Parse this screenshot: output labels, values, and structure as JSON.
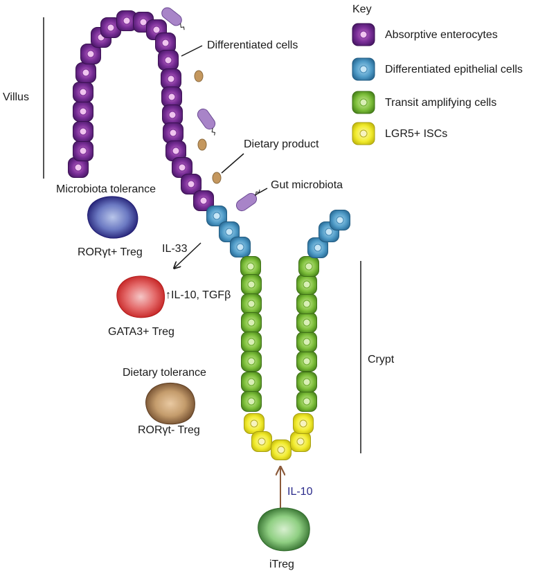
{
  "labels": {
    "villus": "Villus",
    "crypt": "Crypt",
    "differentiated_cells": "Differentiated cells",
    "dietary_product": "Dietary product",
    "gut_microbiota": "Gut microbiota",
    "microbiota_tolerance": "Microbiota tolerance",
    "rorgt_pos_treg": "RORγt+ Treg",
    "il33": "IL-33",
    "il10_tgfb": "↑IL-10, TGFβ",
    "gata3_treg": "GATA3+ Treg",
    "dietary_tolerance": "Dietary tolerance",
    "rorgt_neg_treg": "RORγt- Treg",
    "il10": "IL-10",
    "itreg": "iTreg"
  },
  "key": {
    "title": "Key",
    "items": [
      {
        "label": "Absorptive enterocytes",
        "color": "#6b2a8c"
      },
      {
        "label": "Differentiated epithelial cells",
        "color": "#4f9bc7"
      },
      {
        "label": "Transit amplifying cells",
        "color": "#7dbf3a"
      },
      {
        "label": "LGR5+ ISCs",
        "color": "#f2ec2e"
      }
    ]
  },
  "colors": {
    "absorptive": "#6b2a8c",
    "differentiated": "#4f9bc7",
    "transit": "#7dbf3a",
    "lgr5": "#f2ec2e",
    "microbe": "#a884c8",
    "dietary": "#c4975e",
    "treg_rorgt_pos": "#2e2a8c",
    "treg_gata3": "#d83a3a",
    "treg_rorgt_neg": "#9a6f4c",
    "itreg": "#3f8a3a",
    "il10_arrow": "#8b5a3a"
  }
}
